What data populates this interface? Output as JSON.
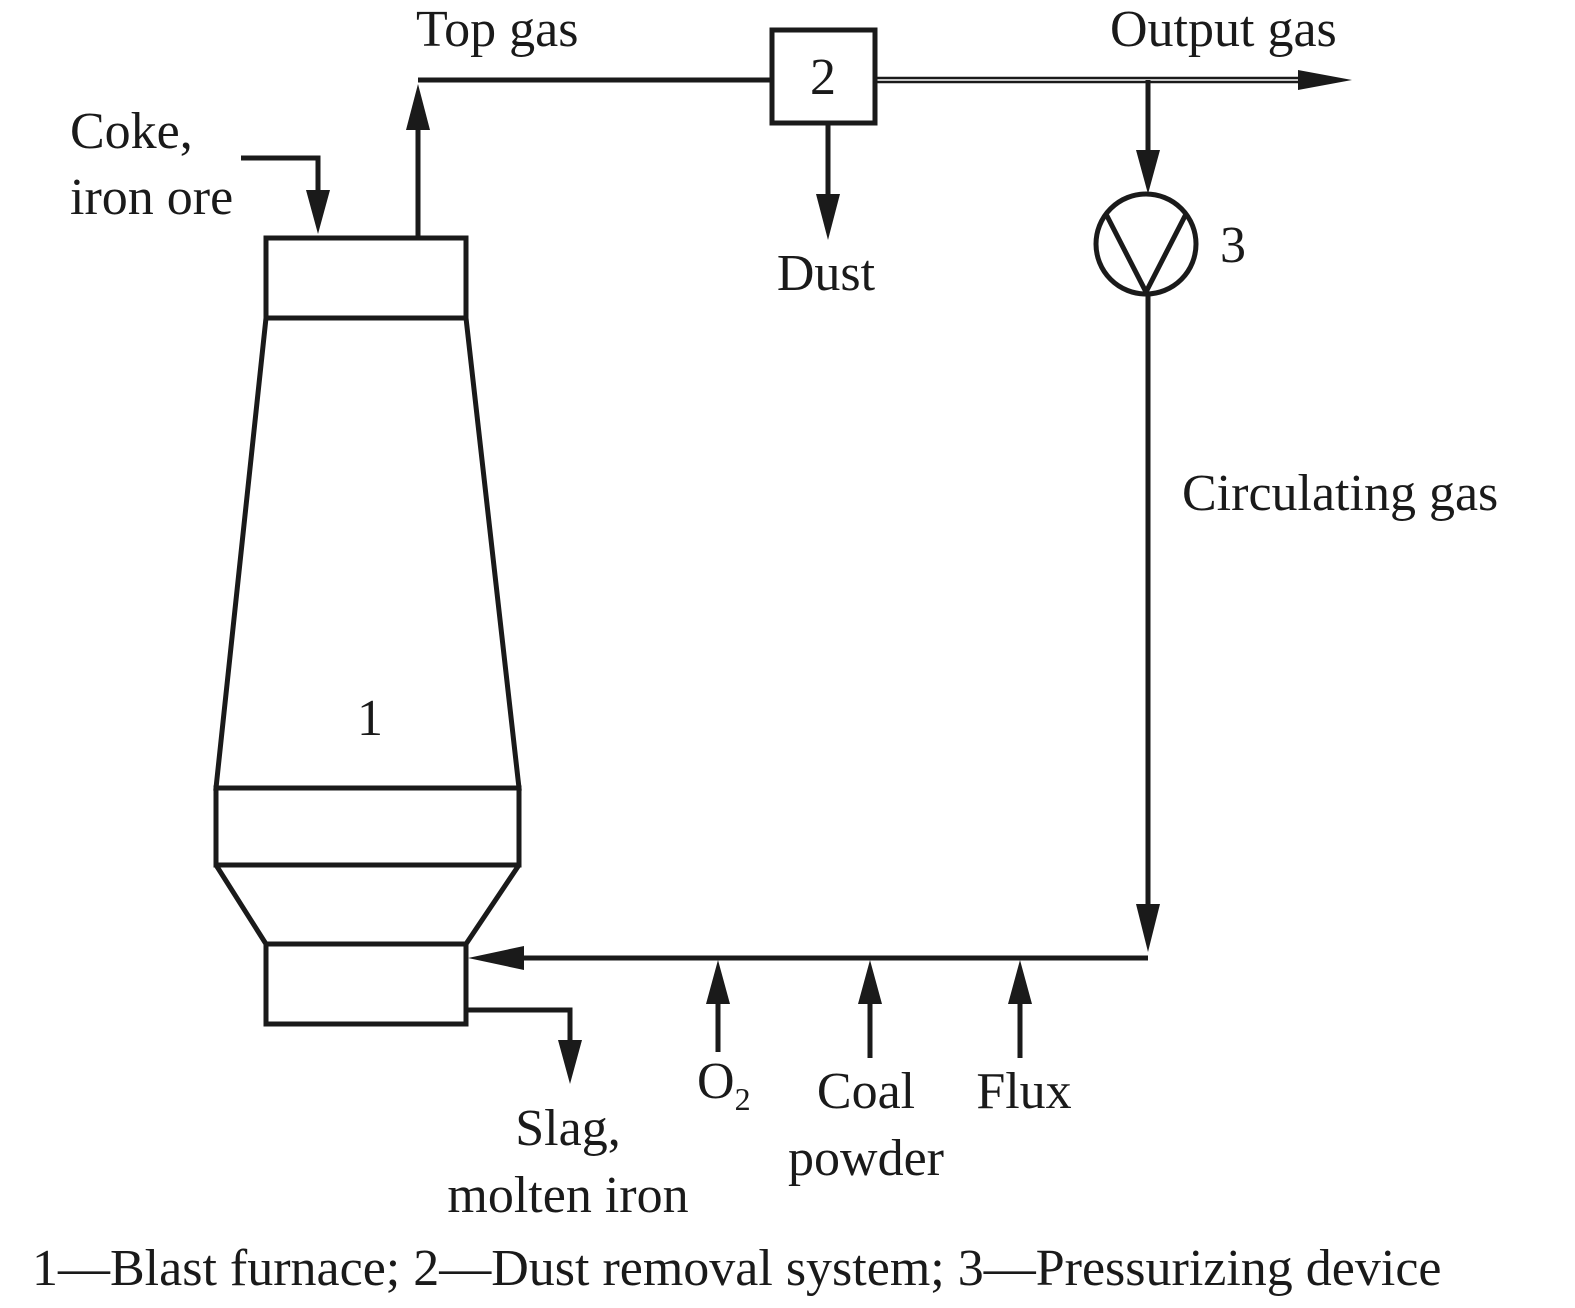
{
  "labels": {
    "top_gas": "Top gas",
    "output_gas": "Output gas",
    "coke_iron_ore_line1": "Coke,",
    "coke_iron_ore_line2": "iron ore",
    "dust": "Dust",
    "circulating_gas": "Circulating gas",
    "slag_line1": "Slag,",
    "slag_line2": "molten iron",
    "o2_main": "O",
    "o2_sub": "2",
    "coal_line1": "Coal",
    "coal_line2": "powder",
    "flux": "Flux"
  },
  "components": {
    "furnace_number": "1",
    "dust_removal_number": "2",
    "pressurizing_number": "3"
  },
  "caption": "1—Blast furnace; 2—Dust removal system; 3—Pressurizing device",
  "colors": {
    "ink": "#1a1a1a",
    "background": "#ffffff"
  }
}
